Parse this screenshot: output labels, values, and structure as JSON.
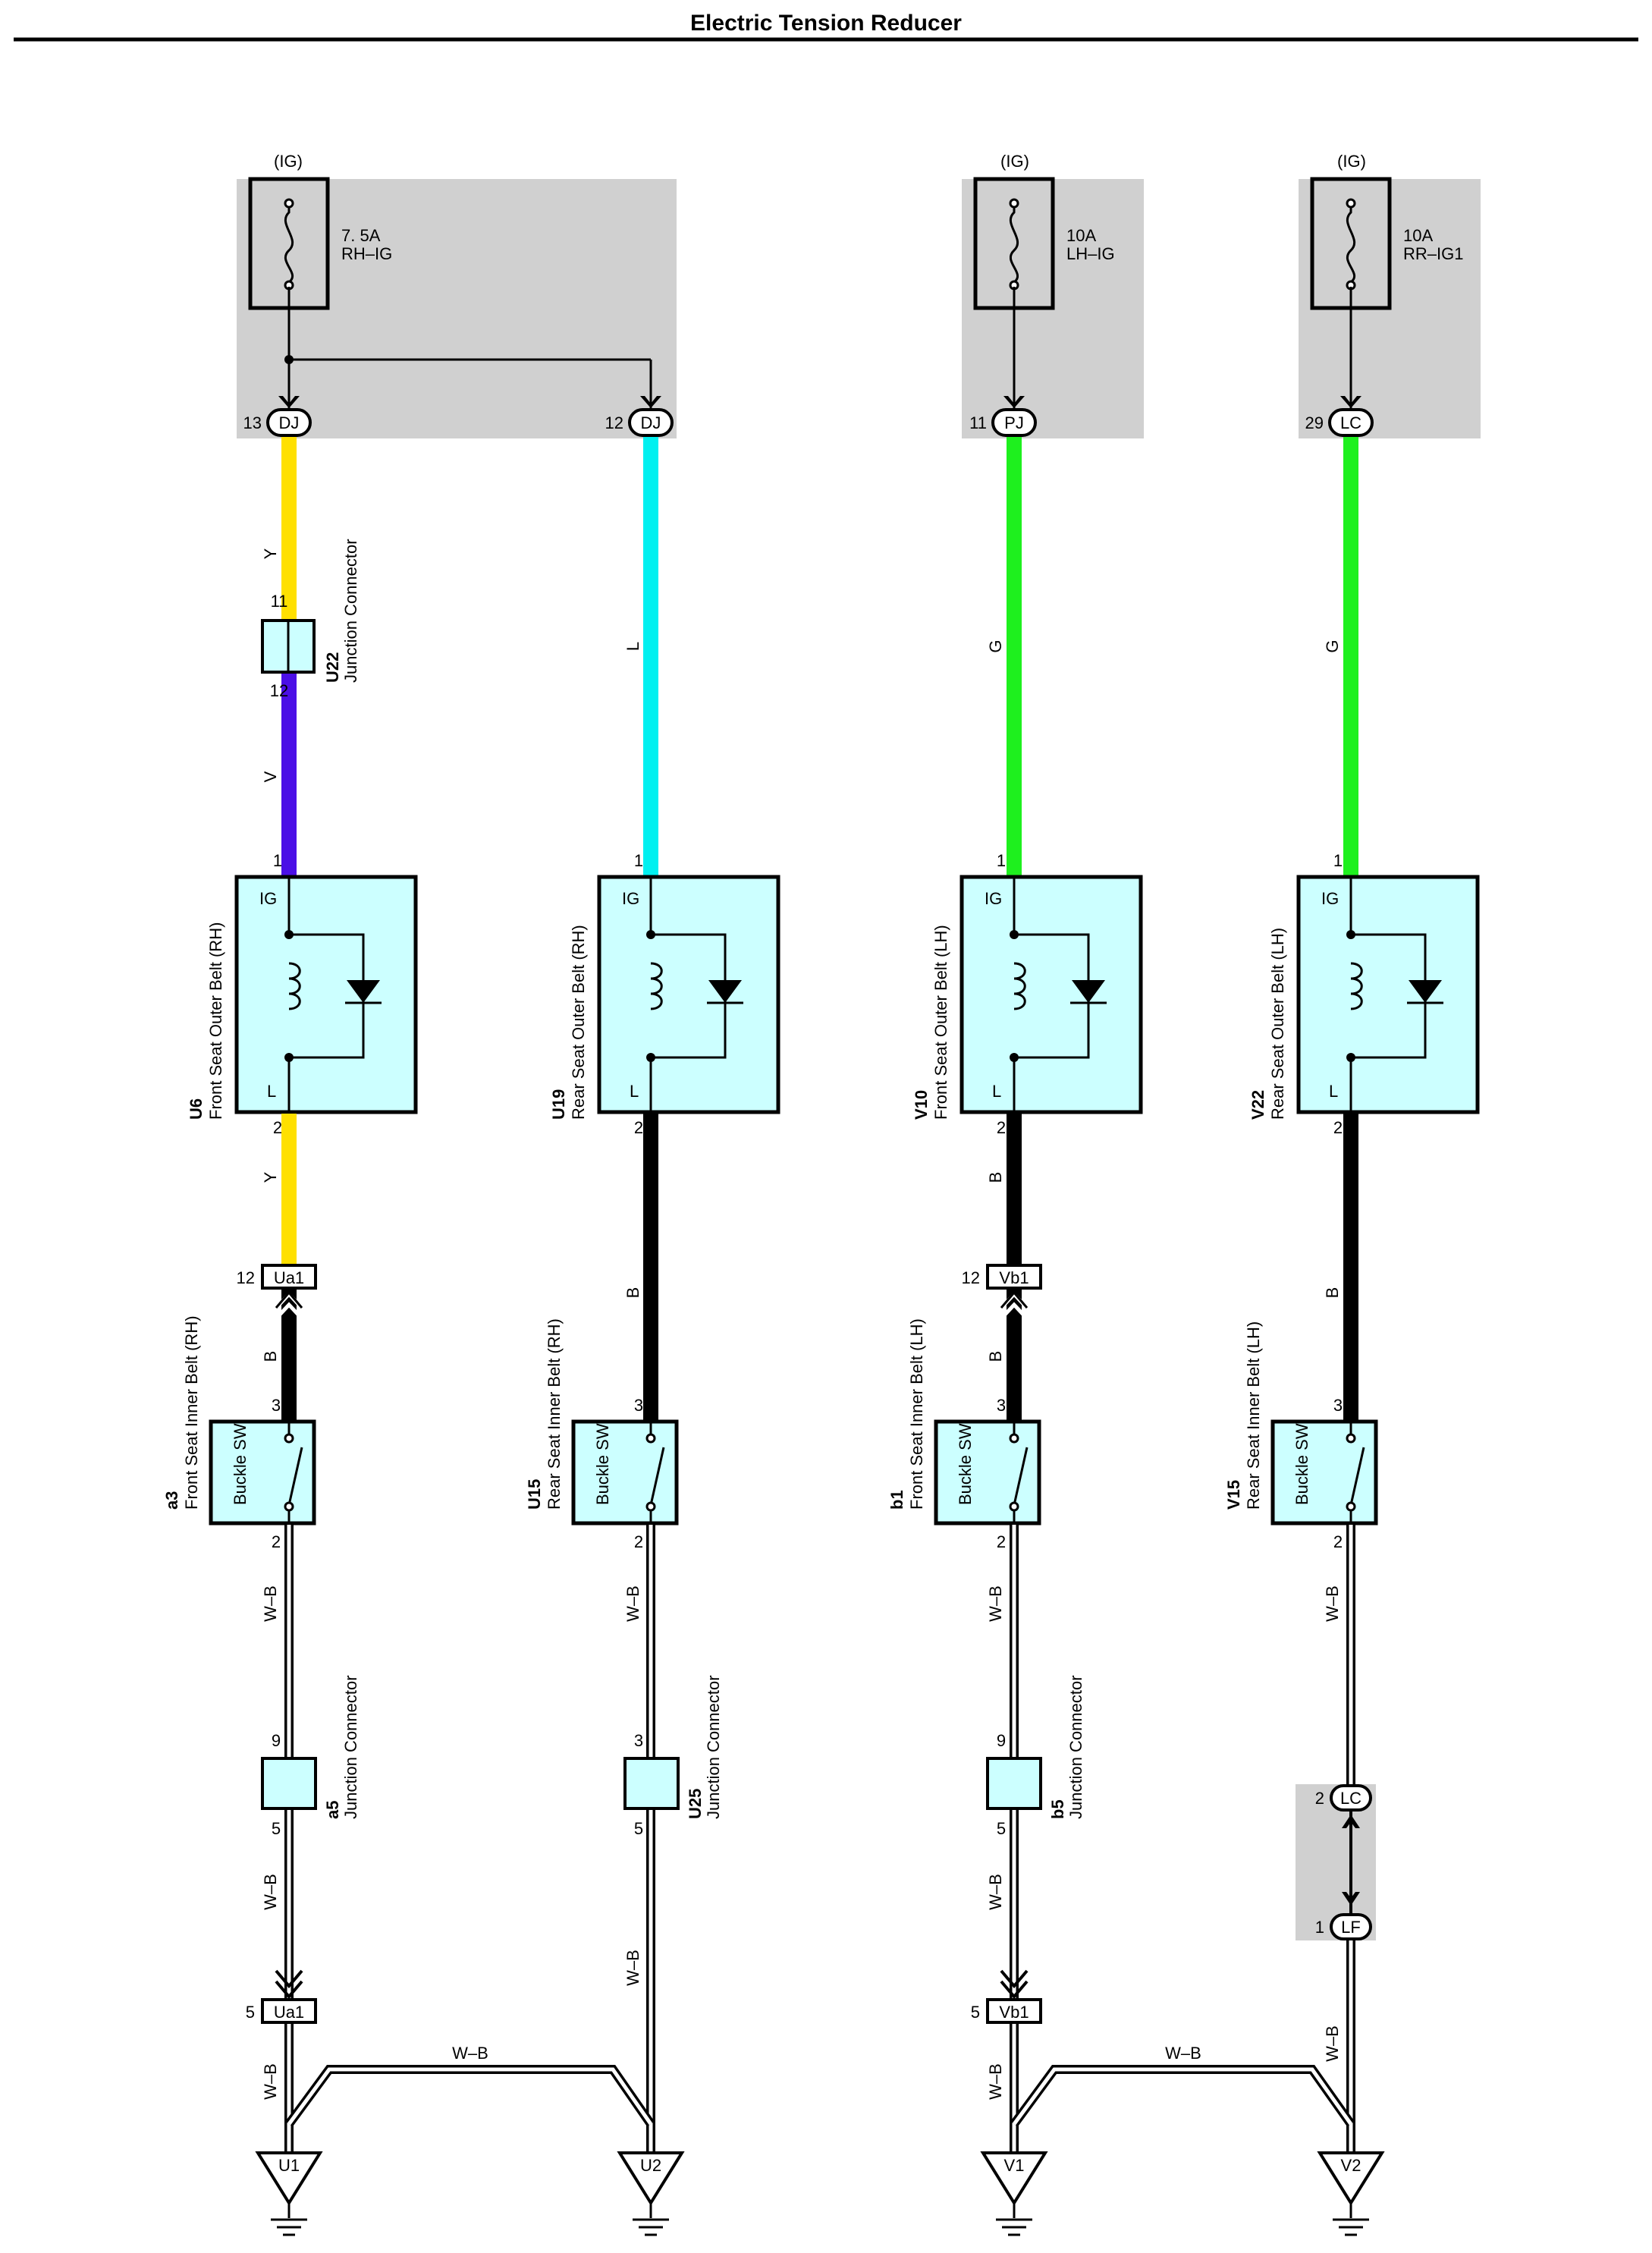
{
  "title": "Electric Tension Reducer",
  "colors": {
    "Y": "#FFE000",
    "V": "#4B0FE6",
    "L": "#00F0F0",
    "G": "#1EF01E",
    "B": "#000000",
    "panel": "#D0D0D0",
    "component": "#CCFFFF"
  },
  "fuses": [
    {
      "source": "(IG)",
      "rating": "7. 5A",
      "name": "RH–IG"
    },
    {
      "source": "(IG)",
      "rating": "10A",
      "name": "LH–IG"
    },
    {
      "source": "(IG)",
      "rating": "10A",
      "name": "RR–IG1"
    }
  ],
  "top_connectors": [
    {
      "pin": "13",
      "code": "DJ"
    },
    {
      "pin": "12",
      "code": "DJ"
    },
    {
      "pin": "11",
      "code": "PJ"
    },
    {
      "pin": "29",
      "code": "LC"
    }
  ],
  "u22": {
    "id": "U22",
    "name": "Junction Connector",
    "pin_top": "11",
    "pin_bottom": "12"
  },
  "columns": [
    {
      "wire_top": "Y",
      "wire_top2": "V",
      "outer_belt": {
        "id": "U6",
        "name": "Front Seat Outer Belt (RH)",
        "pin_in": "1",
        "pin_out": "2",
        "ig": "IG",
        "l": "L"
      },
      "wire_mid": "Y",
      "inline": {
        "pin": "12",
        "code": "Ua1"
      },
      "wire_mid2": "B",
      "inner_belt": {
        "id": "a3",
        "name": "Front Seat Inner Belt (RH)",
        "pin_in": "3",
        "pin_out": "2",
        "sw": "Buckle SW"
      },
      "wire_low": "W–B",
      "junction": {
        "id": "a5",
        "name": "Junction Connector",
        "pin_top": "9",
        "pin_bottom": "5"
      },
      "wire_low2": "W–B",
      "inline2": {
        "pin": "5",
        "code": "Ua1"
      },
      "wire_ground": "W–B",
      "ground": "U1"
    },
    {
      "wire_top": "L",
      "outer_belt": {
        "id": "U19",
        "name": "Rear Seat Outer Belt (RH)",
        "pin_in": "1",
        "pin_out": "2",
        "ig": "IG",
        "l": "L"
      },
      "wire_mid": "B",
      "inner_belt": {
        "id": "U15",
        "name": "Rear Seat Inner Belt (RH)",
        "pin_in": "3",
        "pin_out": "2",
        "sw": "Buckle SW"
      },
      "wire_low": "W–B",
      "junction": {
        "id": "U25",
        "name": "Junction Connector",
        "pin_top": "3",
        "pin_bottom": "5"
      },
      "wire_low2": "W–B",
      "ground": "U2"
    },
    {
      "wire_top": "G",
      "outer_belt": {
        "id": "V10",
        "name": "Front Seat Outer Belt (LH)",
        "pin_in": "1",
        "pin_out": "2",
        "ig": "IG",
        "l": "L"
      },
      "wire_mid": "B",
      "inline": {
        "pin": "12",
        "code": "Vb1"
      },
      "wire_mid2": "B",
      "inner_belt": {
        "id": "b1",
        "name": "Front Seat Inner Belt (LH)",
        "pin_in": "3",
        "pin_out": "2",
        "sw": "Buckle SW"
      },
      "wire_low": "W–B",
      "junction": {
        "id": "b5",
        "name": "Junction Connector",
        "pin_top": "9",
        "pin_bottom": "5"
      },
      "wire_low2": "W–B",
      "inline2": {
        "pin": "5",
        "code": "Vb1"
      },
      "wire_ground": "W–B",
      "ground": "V1"
    },
    {
      "wire_top": "G",
      "outer_belt": {
        "id": "V22",
        "name": "Rear Seat Outer Belt (LH)",
        "pin_in": "1",
        "pin_out": "2",
        "ig": "IG",
        "l": "L"
      },
      "wire_mid": "B",
      "inner_belt": {
        "id": "V15",
        "name": "Rear Seat Inner Belt (LH)",
        "pin_in": "3",
        "pin_out": "2",
        "sw": "Buckle SW"
      },
      "wire_low": "W–B",
      "lc_conn": {
        "pin": "2",
        "code": "LC"
      },
      "lf_conn": {
        "pin": "1",
        "code": "LF"
      },
      "wire_low2": "W–B",
      "ground": "V2"
    }
  ],
  "ground_links": [
    {
      "label": "W–B"
    },
    {
      "label": "W–B"
    }
  ]
}
